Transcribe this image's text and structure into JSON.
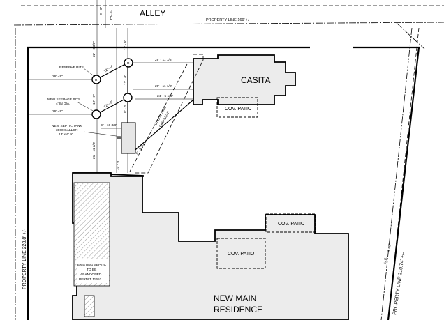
{
  "labels": {
    "alley": "ALLEY",
    "property_line_top": "PROPERTY LINE 169' +/-",
    "property_line_left": "PROPERTY LINE 228.8' +/-",
    "property_line_right": "PROPERTY LINE 210.74' +/-",
    "casita": "CASITA",
    "cov_patio_casita": "COV. PATIO",
    "cov_patio_main_1": "COV. PATIO",
    "cov_patio_main_2": "COV. PATIO",
    "new_main": "NEW MAIN",
    "residence": "RESIDENCE",
    "reserve_pits": "RESERVE PITS",
    "new_seepage_1": "NEW SEEPAGE PITS",
    "new_seepage_2": "4' IN DIA.",
    "new_septic_1": "NEW SEPTIC TANK",
    "new_septic_2": "3000 GALLON",
    "new_septic_3": "13' x 6' 9\"",
    "existing_septic_1": "EXISTING SEPTIC",
    "existing_septic_2": "TO BE",
    "existing_septic_3": "ABANDONED",
    "existing_septic_4": "PERMIT 11652",
    "pue": "P.U.E.",
    "ue": "U.E.",
    "utility_line_1": "UTILITY LINE",
    "utility_line_2": "EASEMENT",
    "pit_r": "R"
  },
  "dimensions": {
    "d_8_0_top": "8' - 0\"",
    "d_22_0": "22' - 0 3/8\"",
    "d_14_6": "14' - 6\"",
    "d_26_9_a": "26' - 9\"",
    "d_26_9_b": "26' - 9\"",
    "d_29_11_a": "29' - 11 1/8\"",
    "d_29_11_b": "29' - 11 1/8\"",
    "d_24_5": "24' - 5 1/8\"",
    "d_12_0_a": "12' - 0\"",
    "d_12_0_b": "12' - 0\"",
    "d_12_0_c": "12' - 0\"",
    "d_12_0_d": "12' - 0\"",
    "d_8_0_mid": "8' - 0\"",
    "d_8_10": "8' - 10 3/8\"",
    "d_21_11": "21' - 11 3/8\"",
    "d_10_0": "10' - 0\"",
    "d_8_0_right": "8' - 0\"",
    "d_6_9": "6' - 9 3/4\""
  }
}
